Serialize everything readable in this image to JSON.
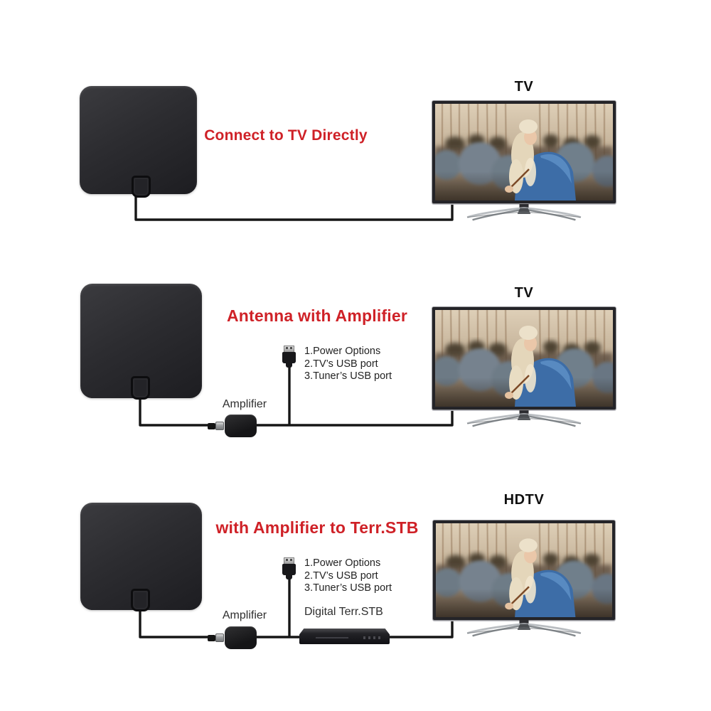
{
  "page": {
    "background": "#ffffff"
  },
  "colors": {
    "title_red": "#cf2127",
    "label_black": "#101010",
    "note_text": "#232323",
    "cable_black": "#161616"
  },
  "sections": [
    {
      "id": "connect-direct",
      "title": "Connect to TV Directly",
      "tv_label": "TV"
    },
    {
      "id": "with-amplifier",
      "title": "Antenna with Amplifier",
      "amplifier_label": "Amplifier",
      "usb_note_lines": [
        "1.Power Options",
        "2.TV’s USB port",
        "3.Tuner’s USB port"
      ],
      "tv_label": "TV"
    },
    {
      "id": "amplifier-to-stb",
      "title": "with Amplifier to Terr.STB",
      "amplifier_label": "Amplifier",
      "stb_label": "Digital Terr.STB",
      "usb_note_lines": [
        "1.Power Options",
        "2.TV’s USB port",
        "3.Tuner’s USB port"
      ],
      "tv_label": "HDTV"
    }
  ],
  "icons": {
    "antenna": "flat-indoor-antenna",
    "usb": "usb-plug-icon",
    "amplifier": "inline-amplifier-device",
    "stb": "set-top-box-device",
    "tv_stand": "tv-stand"
  }
}
